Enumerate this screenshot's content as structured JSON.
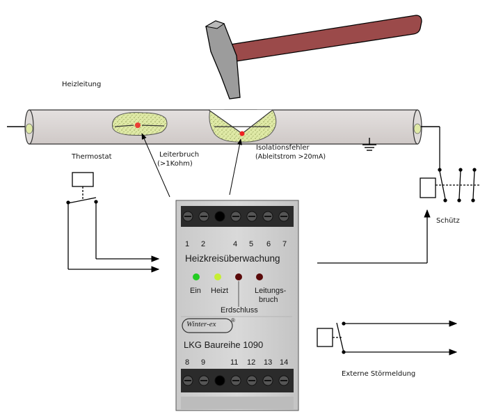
{
  "labels": {
    "heating_cable": "Heizleitung",
    "thermostat": "Thermostat",
    "conductor_break": "Leiterbruch",
    "conductor_break_detail": "(>1Kohm)",
    "insulation_fault": "Isolationsfehler",
    "insulation_fault_detail": "(Ableitstrom >20mA)",
    "contactor": "Schütz",
    "external_alarm": "Externe Störmeldung"
  },
  "device": {
    "terminals_top": [
      "1",
      "2",
      "4",
      "5",
      "6",
      "7"
    ],
    "terminals_bottom": [
      "8",
      "9",
      "11",
      "12",
      "13",
      "14"
    ],
    "title": "Heizkreisüberwachung",
    "leds": [
      {
        "label": "Ein",
        "color": "#22cc22"
      },
      {
        "label": "Heizt",
        "color": "#c6ee33"
      },
      {
        "label": "Erdschluss",
        "color": "#5a0a0a"
      },
      {
        "label": "Leitungs-",
        "label2": "bruch",
        "color": "#5a0a0a"
      }
    ],
    "logo": "Winter-ex",
    "logo_mark": "®",
    "model": "LKG Baureihe 1090"
  },
  "colors": {
    "cable": "#d8d3d1",
    "fault_fill": "#dfe9a6",
    "hammer_handle": "#9b4a4a",
    "hammer_head": "#9c9c9c",
    "device_body": "#d3d3d3",
    "fault_dot": "#ee2222"
  }
}
